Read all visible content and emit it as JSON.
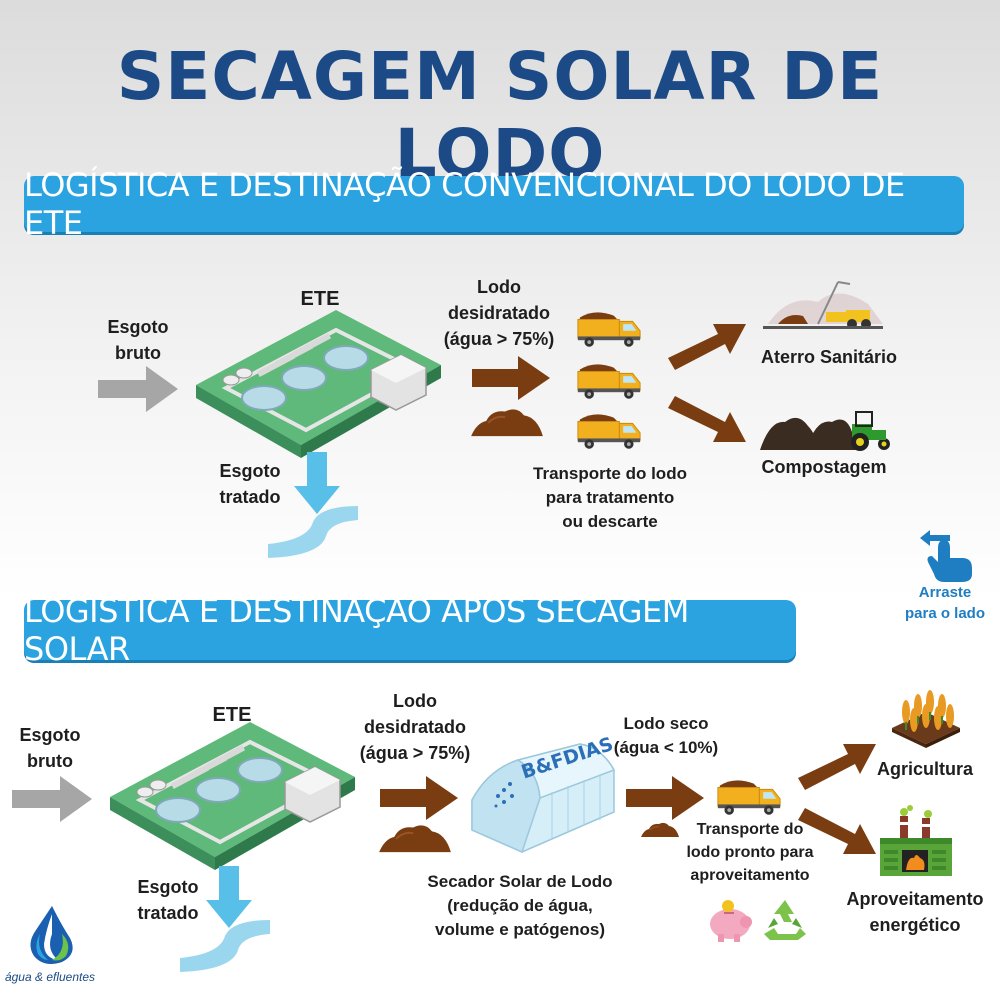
{
  "title": "SECAGEM SOLAR DE LODO",
  "section1": {
    "banner": "LOGÍSTICA E DESTINAÇÃO CONVENCIONAL DO LODO DE ETE",
    "raw_sewage": "Esgoto\nbruto",
    "plant": "ETE",
    "treated_sewage": "Esgoto\ntratado",
    "sludge": "Lodo\ndesidratado\n(água > 75%)",
    "transport": "Transporte do lodo\npara tratamento\nou descarte",
    "landfill": "Aterro Sanitário",
    "compost": "Compostagem"
  },
  "swipe_hint": "Arraste\npara o lado",
  "section2": {
    "banner": "LOGÍSTICA E DESTINAÇÃO APÓS SECAGEM SOLAR",
    "raw_sewage": "Esgoto\nbruto",
    "plant": "ETE",
    "treated_sewage": "Esgoto\ntratado",
    "sludge": "Lodo\ndesidratado\n(água > 75%)",
    "dryer_brand": "B&FDIAS",
    "dryer_caption": "Secador Solar de Lodo\n(redução de água,\nvolume e patógenos)",
    "dry_sludge": "Lodo seco\n(água < 10%)",
    "transport": "Transporte do\nlodo pronto para\naproveitamento",
    "agriculture": "Agricultura",
    "energy": "Aproveitamento\nenergético"
  },
  "logo_text": "água & efluentes",
  "colors": {
    "title": "#1c4a86",
    "banner": "#2aa3e0",
    "sludge_arrow": "#7a3d12",
    "gray_arrow": "#a6a6a6",
    "water": "#58c0e8"
  }
}
